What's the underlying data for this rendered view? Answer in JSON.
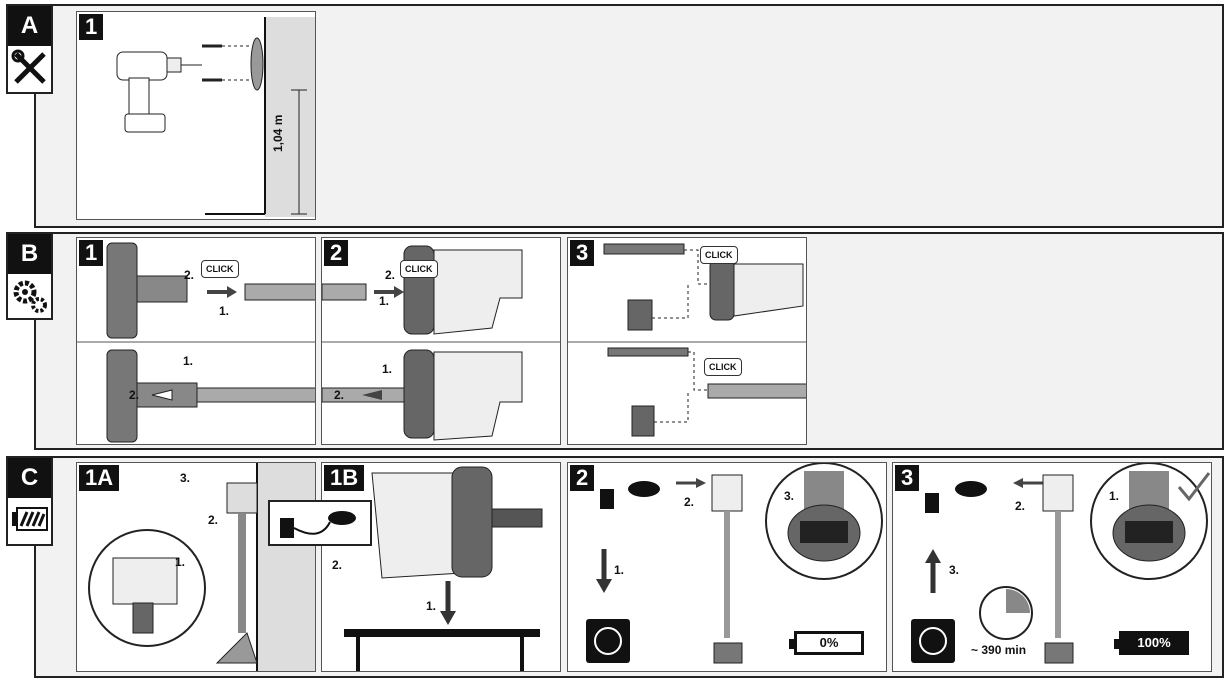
{
  "sections": {
    "A": {
      "letter": "A",
      "icon": "tools-icon",
      "panel1": {
        "num": "1",
        "height_label": "1,04 m"
      }
    },
    "B": {
      "letter": "B",
      "icon": "gears-icon",
      "panel1": {
        "num": "1",
        "step2": "2.",
        "step1": "1.",
        "click": "CLICK",
        "lower_step1": "1.",
        "lower_step2": "2."
      },
      "panel2": {
        "num": "2",
        "step2": "2.",
        "step1": "1.",
        "click": "CLICK",
        "lower_step1": "1.",
        "lower_step2": "2."
      },
      "panel3": {
        "num": "3",
        "click_top": "CLICK",
        "click_bottom": "CLICK"
      }
    },
    "C": {
      "letter": "C",
      "icon": "battery-charging-icon",
      "panel1A": {
        "num": "1A",
        "step3": "3.",
        "step2": "2.",
        "step1": "1."
      },
      "panel1B": {
        "num": "1B",
        "step2": "2.",
        "step1": "1."
      },
      "panel2": {
        "num": "2",
        "step2": "2.",
        "step1": "1.",
        "step3": "3.",
        "battery": "0%"
      },
      "panel3": {
        "num": "3",
        "step2": "2.",
        "step1": "1.",
        "step3": "3.",
        "time": "~ 390 min",
        "battery": "100%"
      }
    }
  }
}
